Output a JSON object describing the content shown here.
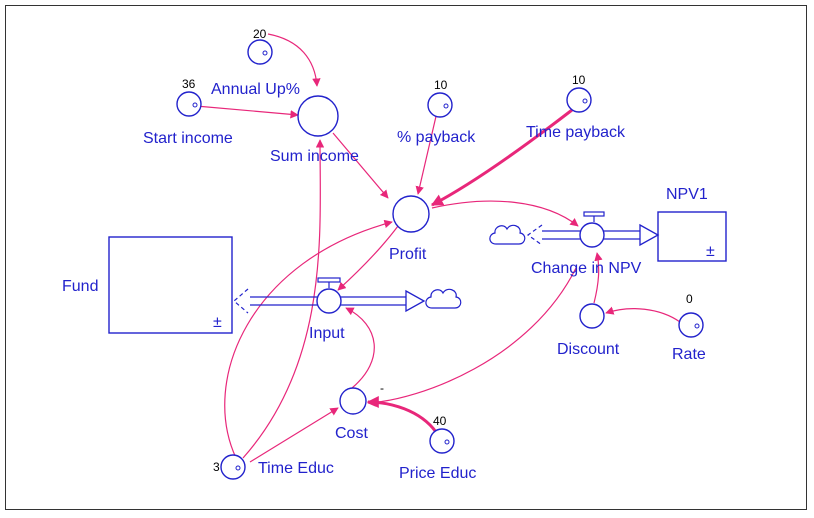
{
  "diagram": {
    "stocks": {
      "fund": {
        "label": "Fund",
        "symbol": "±"
      },
      "npv1": {
        "label": "NPV1",
        "symbol": "±"
      }
    },
    "flows": {
      "input": {
        "label": "Input"
      },
      "change_in_npv": {
        "label": "Change in NPV"
      }
    },
    "variables": {
      "annual_up": {
        "label": "Annual Up%",
        "value": "20"
      },
      "start_income": {
        "label": "Start income",
        "value": "36"
      },
      "sum_income": {
        "label": "Sum income"
      },
      "pct_payback": {
        "label": "% payback",
        "value": "10"
      },
      "time_payback": {
        "label": "Time payback",
        "value": "10"
      },
      "profit": {
        "label": "Profit"
      },
      "discount": {
        "label": "Discount"
      },
      "rate": {
        "label": "Rate",
        "value": "0"
      },
      "cost": {
        "label": "Cost",
        "sign": "-"
      },
      "price_educ": {
        "label": "Price Educ",
        "value": "40"
      },
      "time_educ": {
        "label": "Time Educ",
        "value": "3"
      }
    },
    "colors": {
      "node": "#2222cc",
      "link": "#e8277a"
    }
  }
}
